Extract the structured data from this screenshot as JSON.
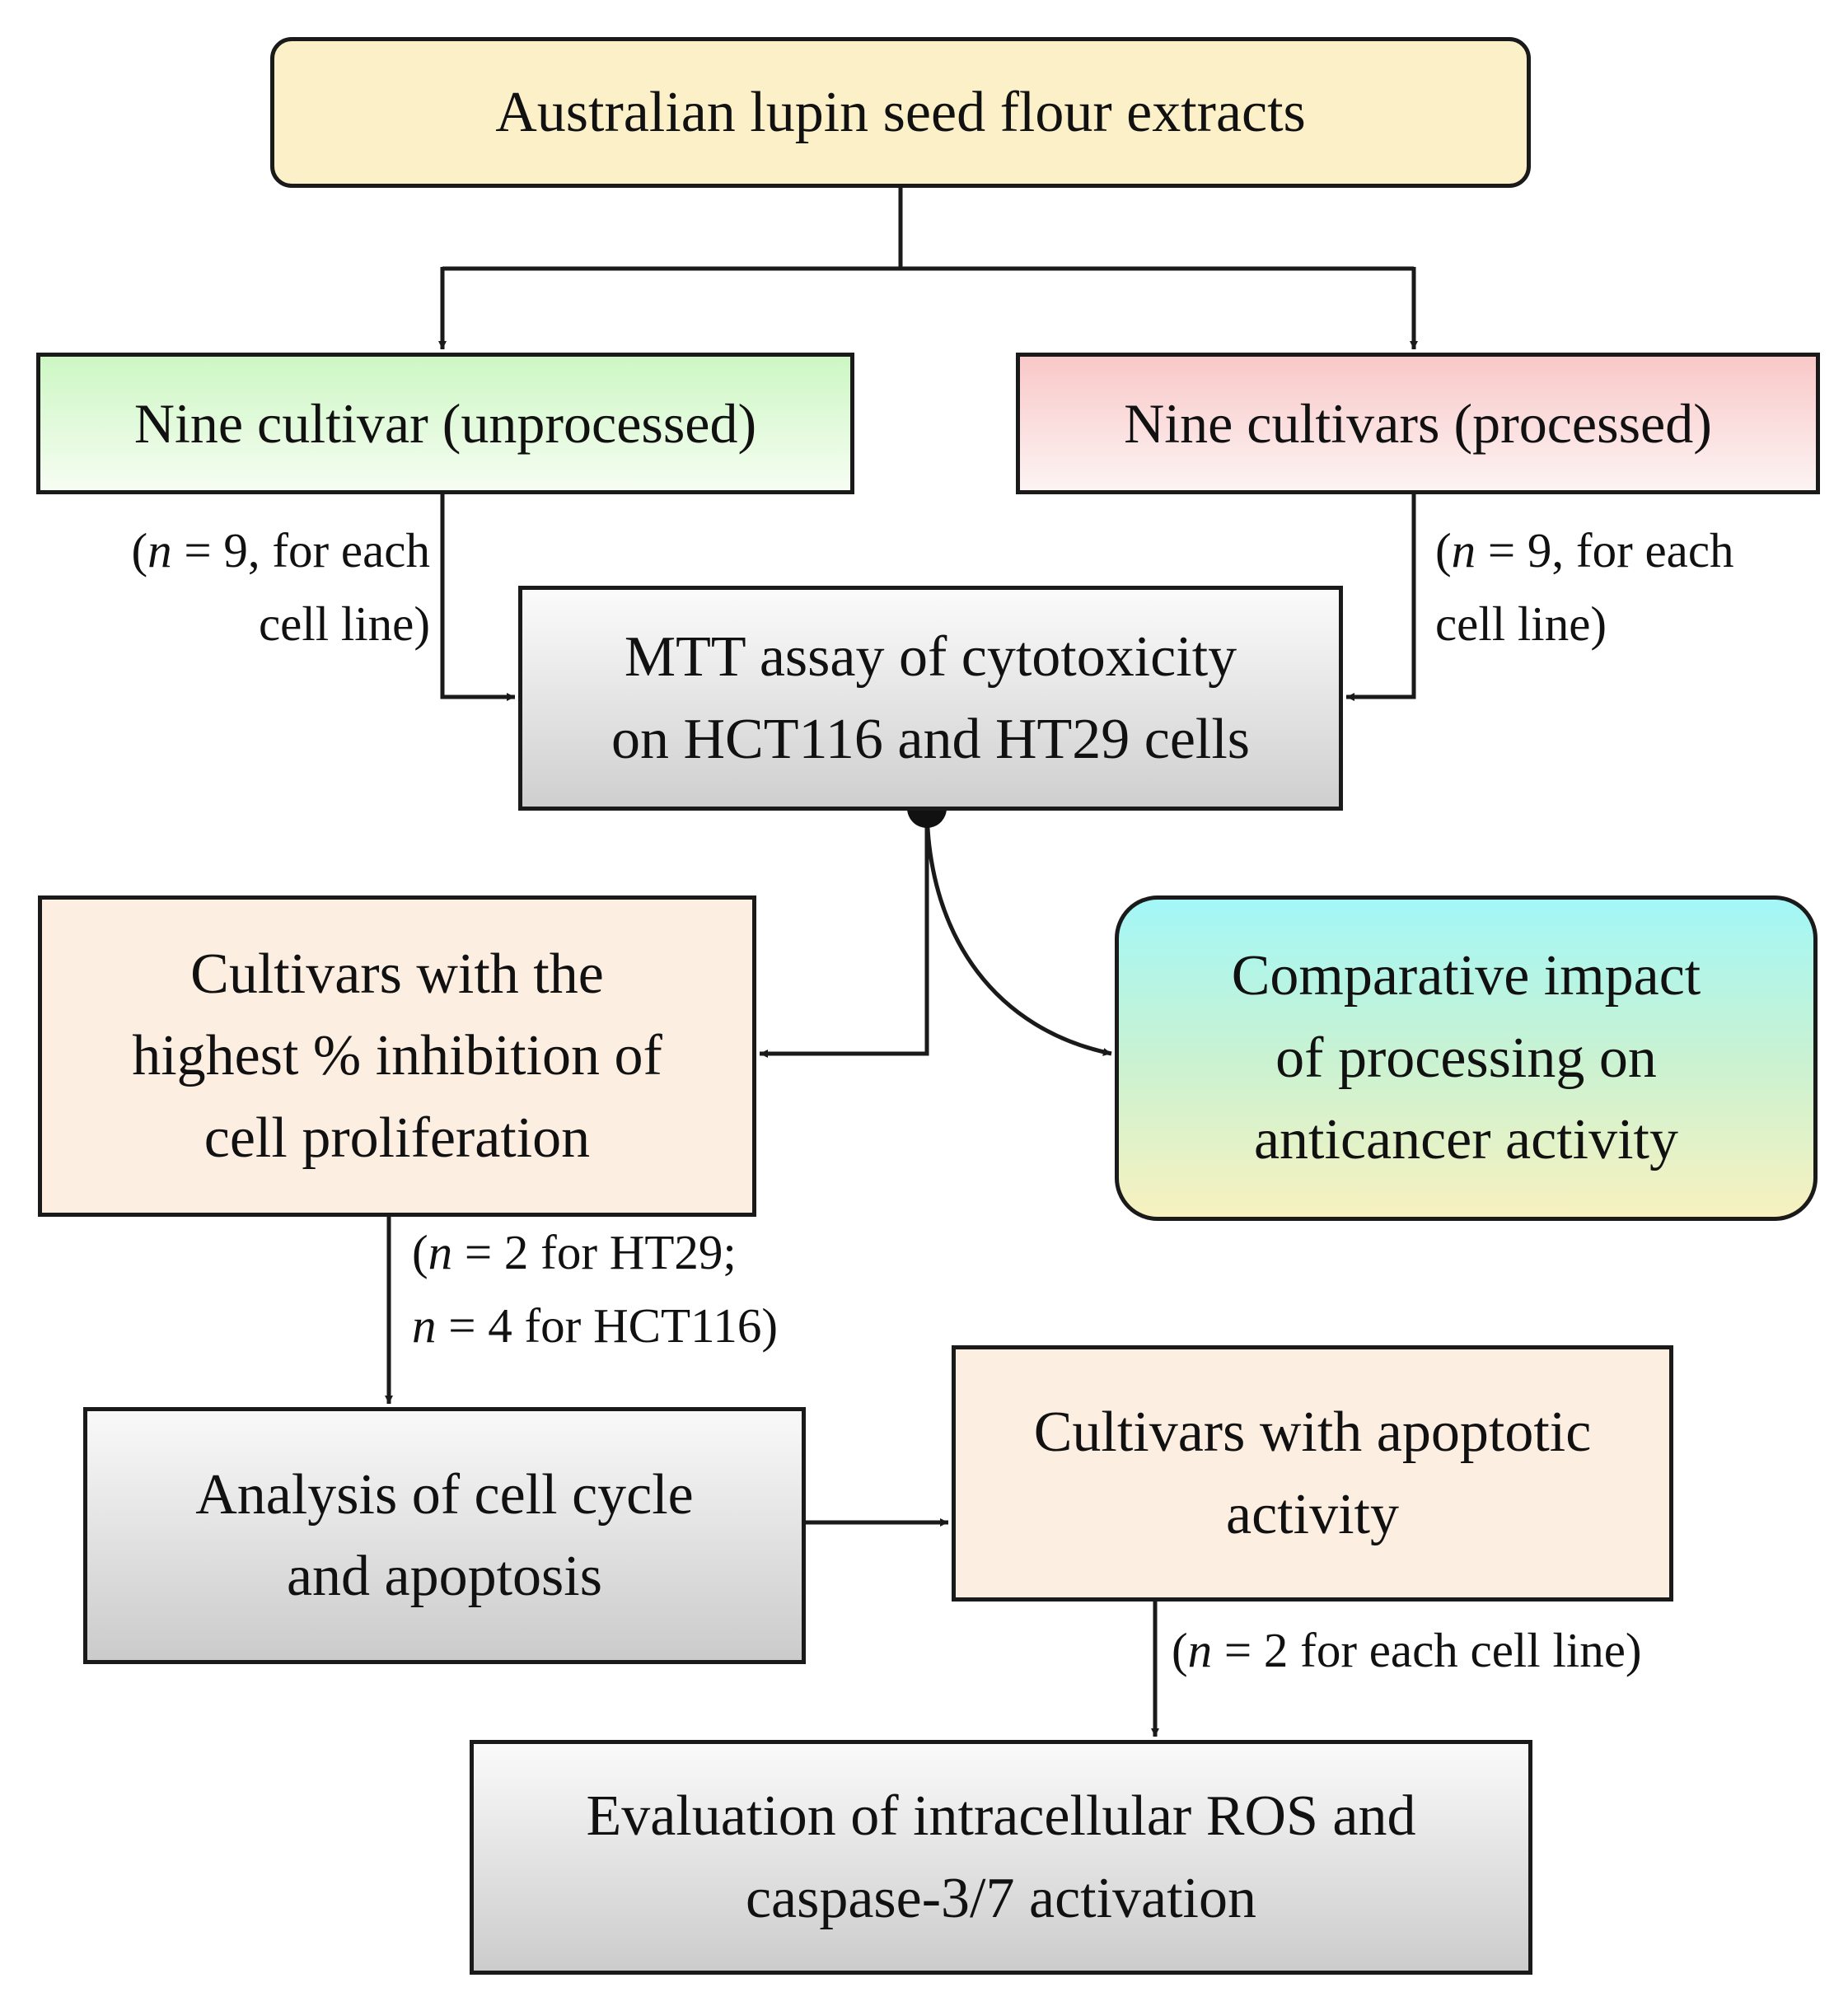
{
  "nodes": {
    "source": {
      "lines": [
        "Australian lupin seed flour extracts"
      ]
    },
    "unprocessed": {
      "lines": [
        "Nine cultivar (unprocessed)"
      ]
    },
    "processed": {
      "lines": [
        "Nine cultivars (processed)"
      ]
    },
    "mtt": {
      "lines": [
        "MTT assay of cytotoxicity",
        "on HCT116 and HT29 cells"
      ]
    },
    "highest": {
      "lines": [
        "Cultivars with the",
        "highest % inhibition of",
        "cell proliferation"
      ]
    },
    "comparative": {
      "lines": [
        "Comparative impact",
        "of processing on",
        "anticancer activity"
      ]
    },
    "cellcycle": {
      "lines": [
        "Analysis of cell cycle",
        "and apoptosis"
      ]
    },
    "apoptotic": {
      "lines": [
        "Cultivars with apoptotic",
        "activity"
      ]
    },
    "ros": {
      "lines": [
        "Evaluation of intracellular ROS and",
        "caspase-3/7 activation"
      ]
    }
  },
  "edge_labels": {
    "left_n9": {
      "line1": {
        "open": "(",
        "var": "n",
        "rest": " = 9, for each"
      },
      "line2": "cell line)"
    },
    "right_n9": {
      "line1": {
        "open": "(",
        "var": "n",
        "rest": " = 9, for each"
      },
      "line2": "cell line)"
    },
    "highest_n": {
      "line1": {
        "open": "(",
        "var": "n",
        "rest": " = 2 for HT29;"
      },
      "line2": {
        "open": "",
        "var": "n",
        "rest": " = 4 for HCT116)"
      }
    },
    "apoptotic_n": {
      "line1": {
        "open": "(",
        "var": "n",
        "rest": " = 2 for  each cell line)"
      }
    }
  },
  "colors": {
    "source_fill": "#fcf0c8",
    "unprocessed_fill": "#cdf7c4",
    "processed_fill": "#f9c8c8",
    "gray_box_fill": "#d9d9d9",
    "peach_box_fill": "#fdeee2",
    "comparative_fill_top": "#a3f7f7",
    "comparative_fill_bottom": "#f8f1bf",
    "stroke": "#1a1a1a"
  }
}
